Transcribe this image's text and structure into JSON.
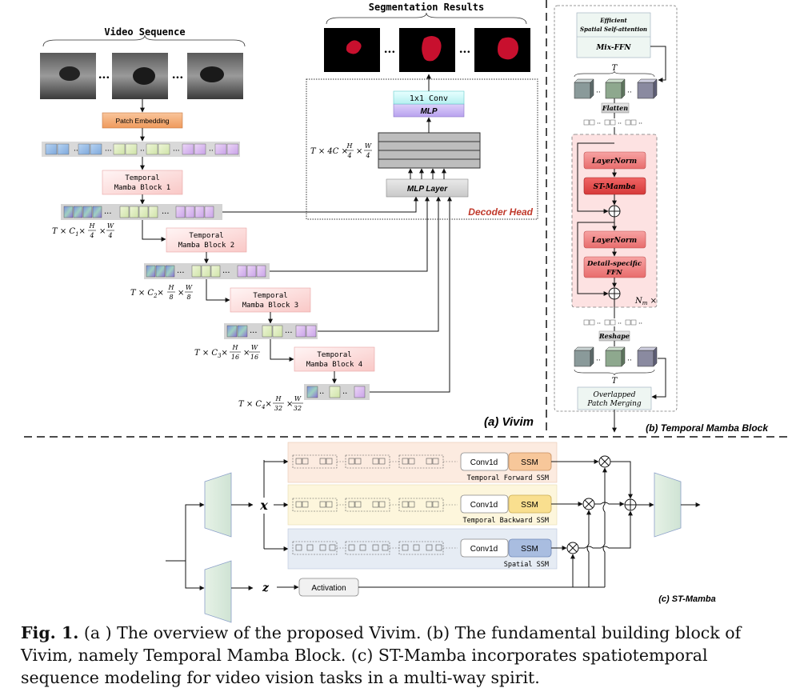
{
  "panel_a": {
    "video_sequence_label": "Video Sequence",
    "segmentation_results_label": "Segmentation Results",
    "ellipsis": "...",
    "patch_embedding_label": "Patch Embedding",
    "blocks": [
      {
        "line1": "Temporal",
        "line2": "Mamba Block 1"
      },
      {
        "line1": "Temporal",
        "line2": "Mamba Block 2"
      },
      {
        "line1": "Temporal",
        "line2": "Mamba Block 3"
      },
      {
        "line1": "Temporal",
        "line2": "Mamba Block 4"
      }
    ],
    "dims": [
      {
        "base": "T × C",
        "sub": "1",
        "h_den": "4",
        "w_den": "4"
      },
      {
        "base": "T × C",
        "sub": "2",
        "h_den": "8",
        "w_den": "8"
      },
      {
        "base": "T × C",
        "sub": "3",
        "h_den": "16",
        "w_den": "16"
      },
      {
        "base": "T × C",
        "sub": "4",
        "h_den": "32",
        "w_den": "32"
      }
    ],
    "fuse_dim": {
      "base": "T × 4C ×",
      "h_den": "4",
      "w_den": "4"
    },
    "frac_h": "H",
    "frac_w": "W",
    "times": "×",
    "conv_label": "1x1 Conv",
    "mlp_label": "MLP",
    "mlp_layer_label": "MLP Layer",
    "decoder_head_label": "Decoder Head",
    "panel_title": "(a) Vivim"
  },
  "panel_b": {
    "attention_line1": "Efficient",
    "attention_line2": "Spatial Self-attention",
    "mix_ffn_label": "Mix-FFN",
    "t_label": "T",
    "flatten_label": "Flatten",
    "layernorm_label": "LayerNorm",
    "st_mamba_label": "ST-Mamba",
    "ffn_line1": "Detail-specific",
    "ffn_line2": "FFN",
    "nm_label": "N",
    "nm_sub": "m",
    "nm_suffix": " ×",
    "reshape_label": "Reshape",
    "merge_line1": "Overlapped",
    "merge_line2": "Patch Merging",
    "panel_title": "(b) Temporal Mamba Block"
  },
  "panel_c": {
    "x_label": "x",
    "z_label": "z",
    "conv1d_label": "Conv1d",
    "ssm_label": "SSM",
    "forward_label": "Temporal Forward SSM",
    "backward_label": "Temporal Backward SSM",
    "spatial_label": "Spatial SSM",
    "activation_label": "Activation",
    "panel_title": "(c) ST-Mamba"
  },
  "caption": {
    "fig_label": "Fig. 1.",
    "text": "(a ) The overview of the proposed Vivim. (b) The fundamental building block of Vivim, namely Temporal Mamba Block. (c) ST-Mamba incorporates spatiotemporal sequence modeling for video vision tasks in a multi-way spirit."
  },
  "colors": {
    "patch_embedding": "#f2a36a",
    "block_pink": "#fde0df",
    "decoder_red": "#c0392b",
    "conv_cyan": "#cdf7f7",
    "mlp_purple": "#c9b8f2",
    "tmb_red": "#f08080",
    "forward_bg": "#fcebe0",
    "backward_bg": "#fdf6dc",
    "spatial_bg": "#e6ecf4",
    "ssm_orange": "#f7c79a",
    "ssm_yellow": "#f9df8f",
    "ssm_blue": "#a9bde0"
  }
}
